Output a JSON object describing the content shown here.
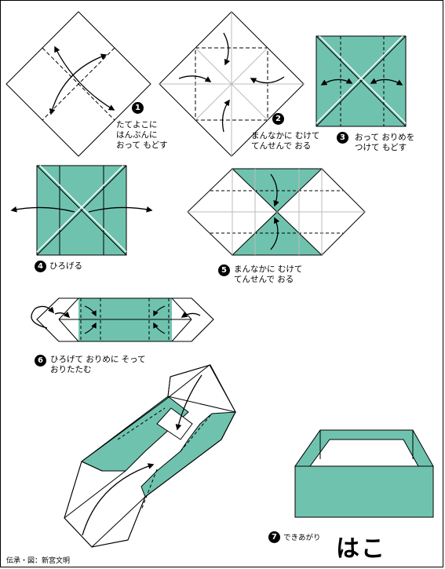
{
  "colors": {
    "paper": "#6fc3ae",
    "line": "#000000",
    "background": "#ffffff"
  },
  "steps": [
    {
      "number": "1",
      "lines": [
        "たてよこに",
        "はんぶんに",
        "おって もどす"
      ]
    },
    {
      "number": "2",
      "lines": [
        "まんなかに むけて",
        "てんせんで おる"
      ]
    },
    {
      "number": "3",
      "lines": [
        "おって おりめを",
        "つけて もどす"
      ]
    },
    {
      "number": "4",
      "lines": [
        "ひろげる"
      ]
    },
    {
      "number": "5",
      "lines": [
        "まんなかに むけて",
        "てんせんで おる"
      ]
    },
    {
      "number": "6",
      "lines": [
        "ひろげて おりめに そって",
        "おりたたむ"
      ]
    },
    {
      "number": "7",
      "lines": [
        "できあがり"
      ]
    }
  ],
  "result_title": "はこ",
  "credit": "伝承・図：新宮文明"
}
